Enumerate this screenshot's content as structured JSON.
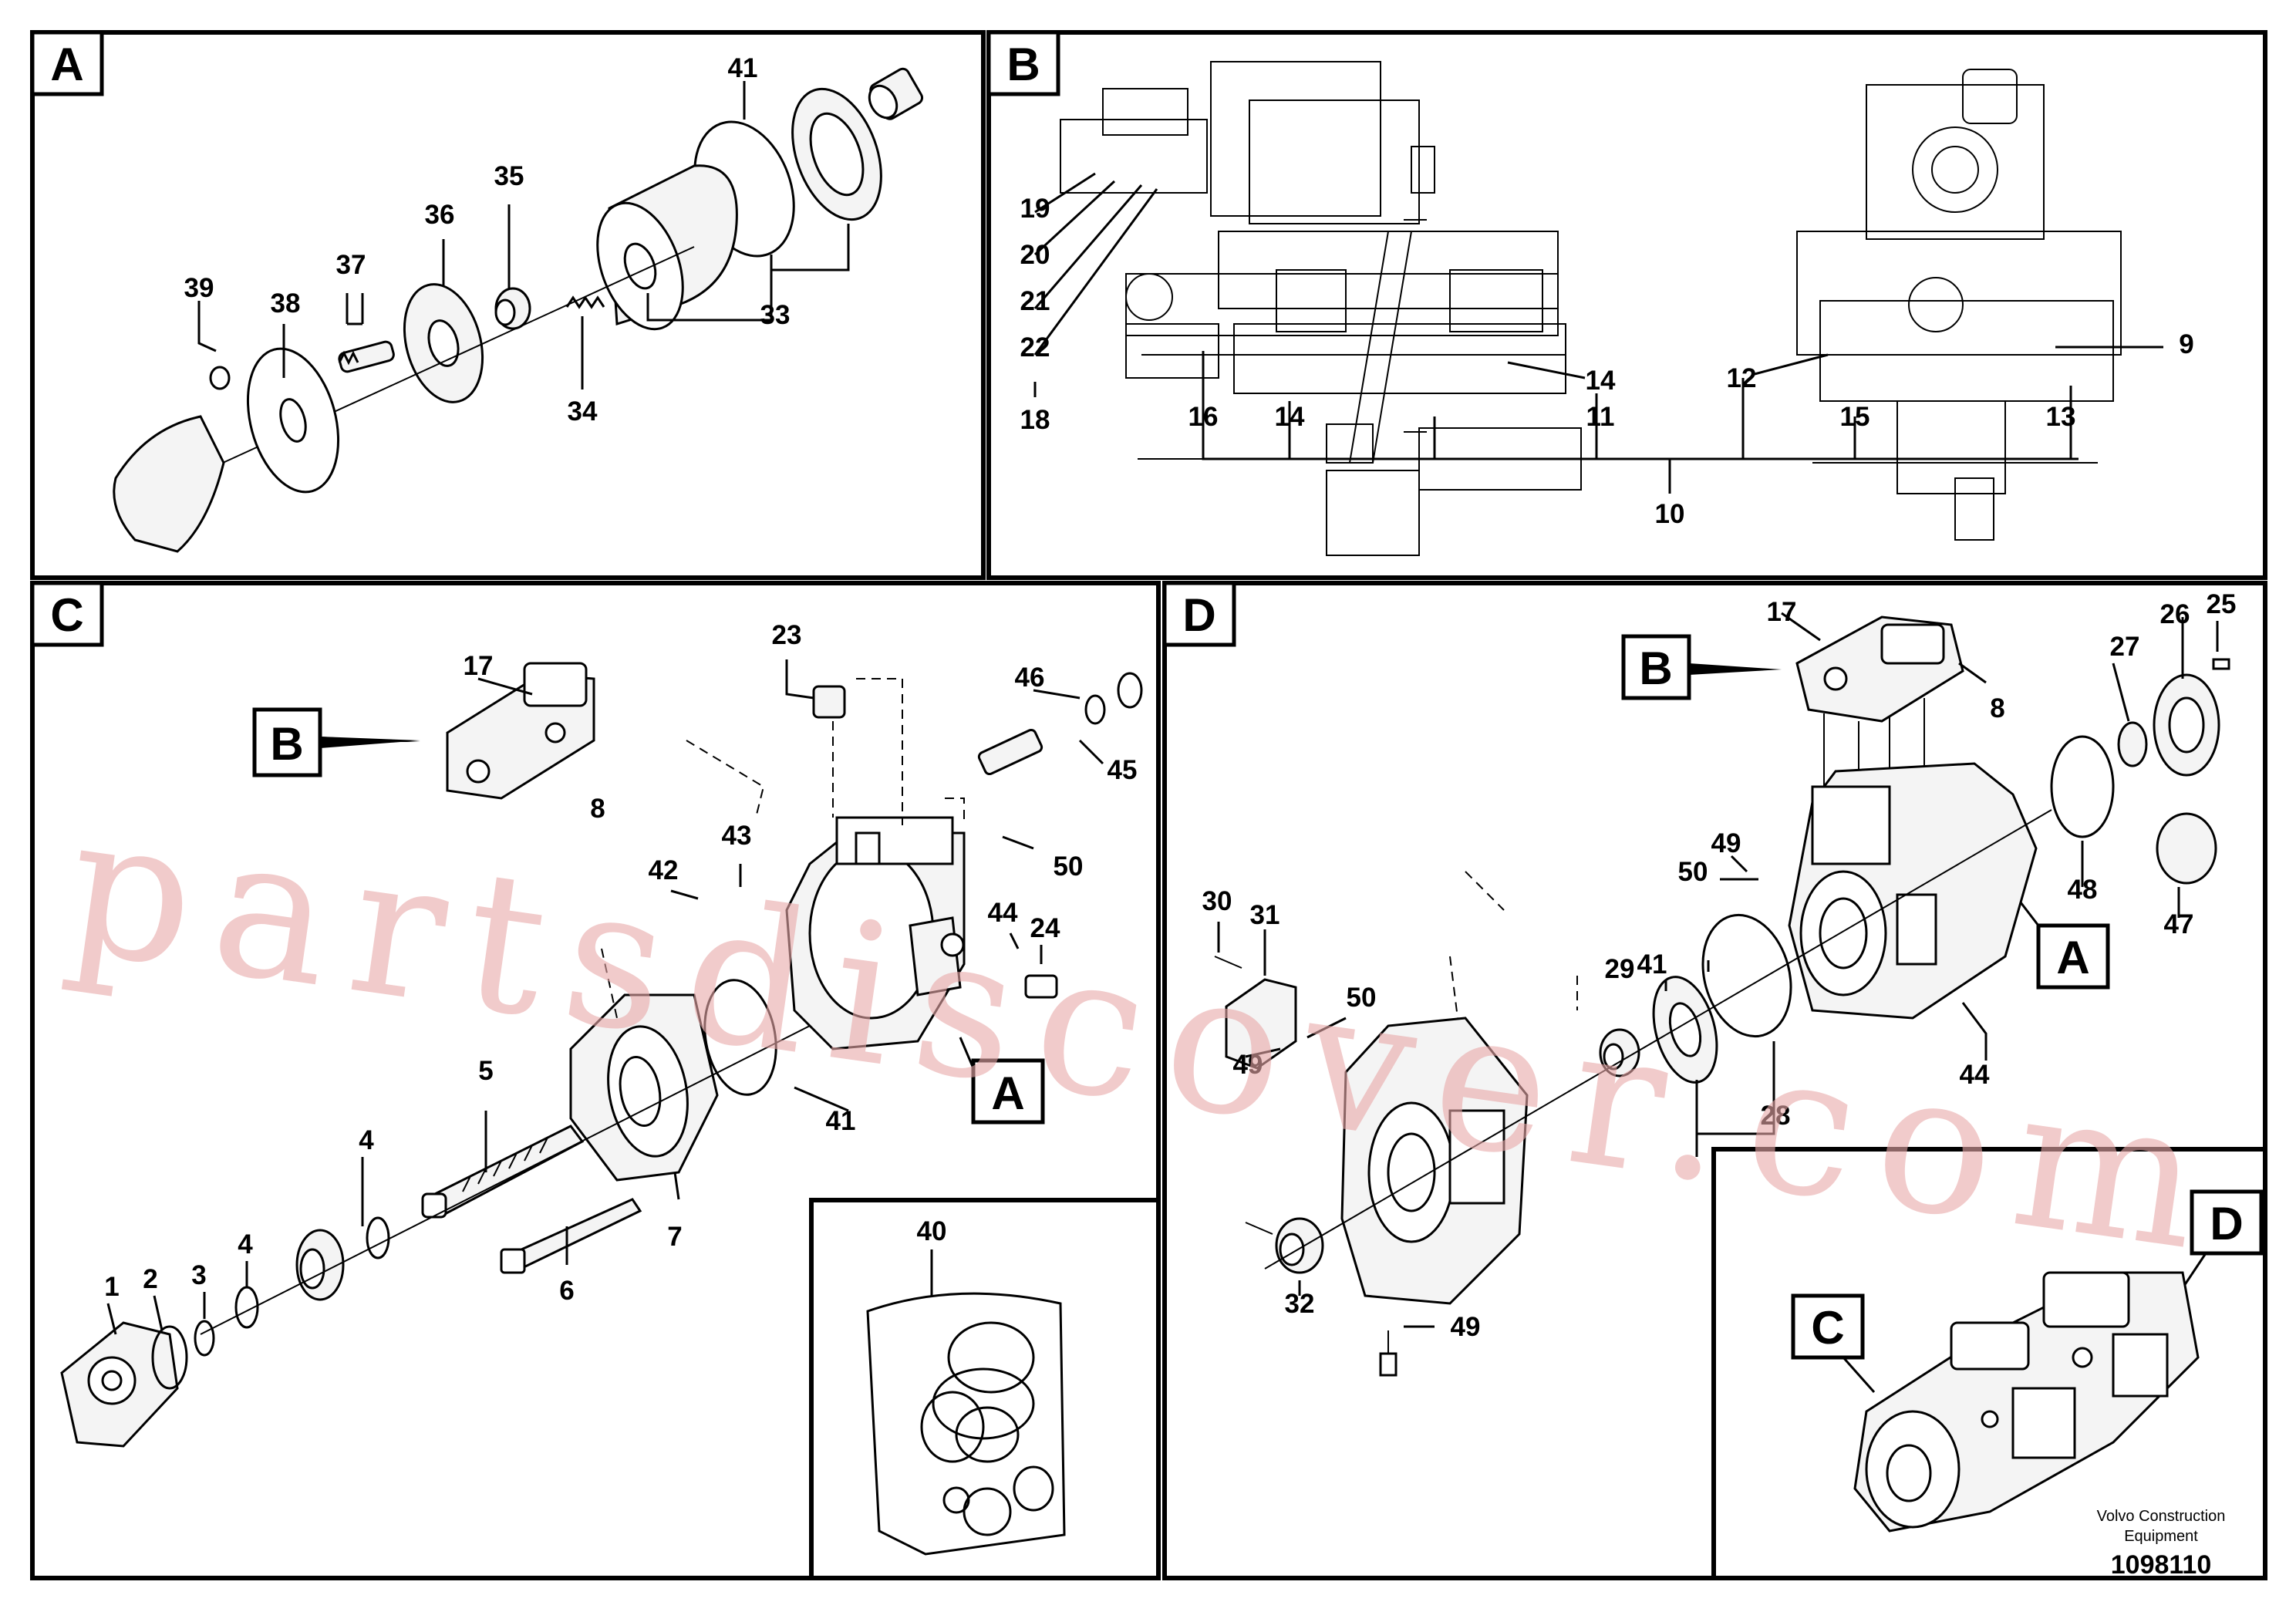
{
  "panels": {
    "A": {
      "letter": "A",
      "labels": [
        "41",
        "35",
        "36",
        "37",
        "39",
        "38",
        "33",
        "34"
      ]
    },
    "B": {
      "letter": "B",
      "labels": [
        "19",
        "20",
        "21",
        "22",
        "18",
        "16",
        "14",
        "11",
        "14",
        "12",
        "15",
        "13",
        "9",
        "10"
      ]
    },
    "C": {
      "letter": "C",
      "labels": [
        "23",
        "17",
        "46",
        "45",
        "8",
        "50",
        "42",
        "43",
        "44",
        "24",
        "5",
        "4",
        "4",
        "3",
        "2",
        "1",
        "41",
        "7",
        "6"
      ],
      "callout_B": "B",
      "callout_A": "A"
    },
    "D": {
      "letter": "D",
      "labels": [
        "17",
        "25",
        "26",
        "27",
        "8",
        "49",
        "50",
        "48",
        "47",
        "30",
        "31",
        "50",
        "49",
        "41",
        "29",
        "44",
        "28",
        "32",
        "49"
      ],
      "callout_B": "B",
      "callout_A": "A"
    },
    "kit": {
      "label": "40"
    },
    "overview": {
      "callout_C": "C",
      "callout_D": "D"
    }
  },
  "footer": {
    "company": "Volvo Construction",
    "company2": "Equipment",
    "drawing_number": "1098110"
  },
  "watermark": "partsdiscover.com"
}
